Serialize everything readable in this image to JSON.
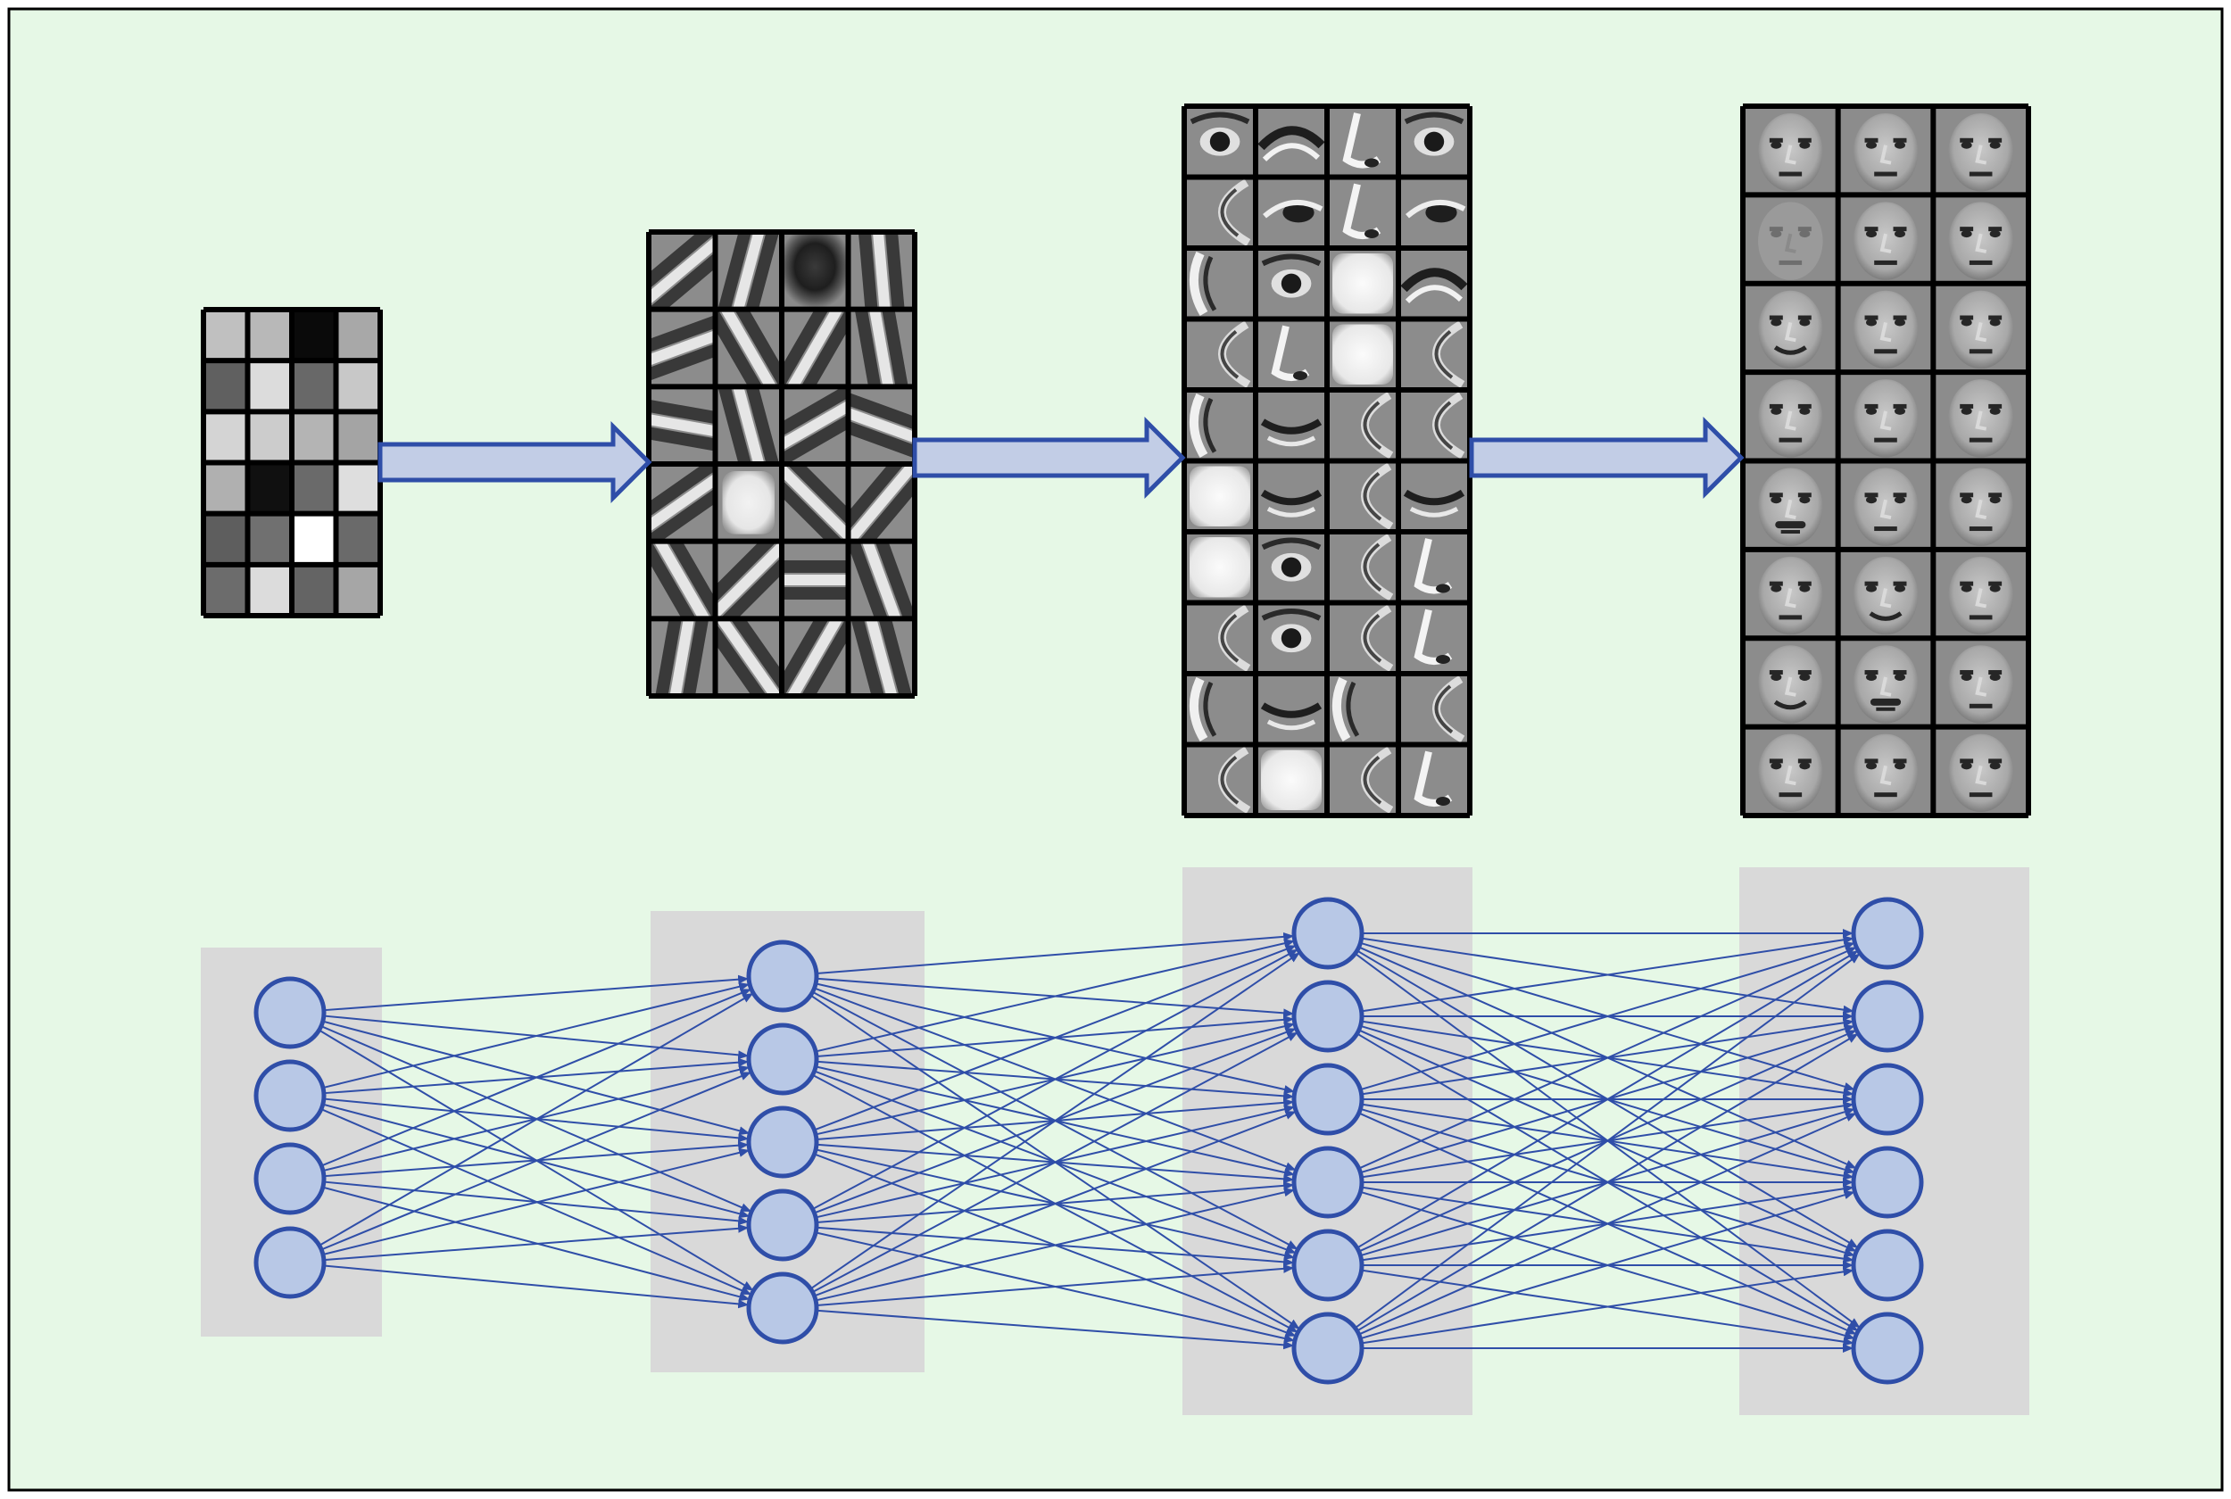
{
  "colors": {
    "background": "#e6f8e6",
    "frame": "#000000",
    "layer_panel": "#d9d9d9",
    "node_fill": "#b8c8e6",
    "node_stroke": "#2f4ea8",
    "edge": "#2f4ea8",
    "arrow_fill": "#c2cde6",
    "arrow_stroke": "#2f4ea8",
    "grid_border": "#000000"
  },
  "feature_stages": [
    {
      "id": "pixels",
      "description_icon": "pixel-intensity-grid",
      "rows": 6,
      "cols": 4,
      "cells": [
        "#c0c0c0",
        "#b8b8b8",
        "#0a0a0a",
        "#a8a8a8",
        "#606060",
        "#dcdcdc",
        "#686868",
        "#c8c8c8",
        "#d4d4d4",
        "#cccccc",
        "#b4b4b4",
        "#a4a4a4",
        "#b0b0b0",
        "#101010",
        "#6a6a6a",
        "#dedede",
        "#5e5e5e",
        "#707070",
        "#ffffff",
        "#6a6a6a",
        "#6c6c6c",
        "#dcdcdc",
        "#646464",
        "#a6a6a6"
      ]
    },
    {
      "id": "edges",
      "description_icon": "edge-filter-grid",
      "rows": 6,
      "cols": 4,
      "cells": [
        {
          "k": "edge",
          "a": -40
        },
        {
          "k": "edge",
          "a": -75
        },
        {
          "k": "dark"
        },
        {
          "k": "edge",
          "a": 85
        },
        {
          "k": "edge",
          "a": -20
        },
        {
          "k": "edge",
          "a": 60
        },
        {
          "k": "edge",
          "a": -60
        },
        {
          "k": "edge",
          "a": 80
        },
        {
          "k": "edge",
          "a": 10
        },
        {
          "k": "edge",
          "a": 75
        },
        {
          "k": "edge",
          "a": -30
        },
        {
          "k": "edge",
          "a": 20
        },
        {
          "k": "edge",
          "a": -35
        },
        {
          "k": "blob"
        },
        {
          "k": "edge",
          "a": 45
        },
        {
          "k": "edge",
          "a": -50
        },
        {
          "k": "edge",
          "a": 60
        },
        {
          "k": "edge",
          "a": -45
        },
        {
          "k": "edge",
          "a": 0
        },
        {
          "k": "edge",
          "a": 70
        },
        {
          "k": "edge",
          "a": -80
        },
        {
          "k": "edge",
          "a": 55
        },
        {
          "k": "edge",
          "a": -60
        },
        {
          "k": "edge",
          "a": 75
        }
      ]
    },
    {
      "id": "face-parts",
      "description_icon": "facial-part-grid",
      "rows": 10,
      "cols": 4,
      "cells": [
        "eye",
        "brow",
        "nose",
        "eye",
        "cheek",
        "eye-side",
        "nose",
        "eye-side",
        "ear",
        "eye",
        "blank",
        "brow",
        "cheek",
        "nose",
        "blank",
        "cheek",
        "ear",
        "mouth",
        "cheek",
        "cheek",
        "blank",
        "mouth",
        "cheek",
        "mouth",
        "blank",
        "eye",
        "cheek",
        "nose",
        "cheek",
        "eye",
        "cheek",
        "nose",
        "ear",
        "mouth",
        "ear",
        "cheek",
        "cheek",
        "blank",
        "cheek",
        "nose"
      ]
    },
    {
      "id": "faces",
      "description_icon": "whole-face-grid",
      "rows": 8,
      "cols": 3,
      "cells": [
        "face",
        "face",
        "face",
        "face-faint",
        "face",
        "face",
        "face-smile",
        "face",
        "face",
        "face",
        "face",
        "face",
        "face-mustache",
        "face",
        "face",
        "face",
        "face-smile",
        "face",
        "face-smile",
        "face-mustache",
        "face",
        "face",
        "face",
        "face"
      ]
    }
  ],
  "network_layers": [
    {
      "id": "layer-1",
      "node_count": 4
    },
    {
      "id": "layer-2",
      "node_count": 5
    },
    {
      "id": "layer-3",
      "node_count": 6
    },
    {
      "id": "layer-4",
      "node_count": 6
    }
  ]
}
